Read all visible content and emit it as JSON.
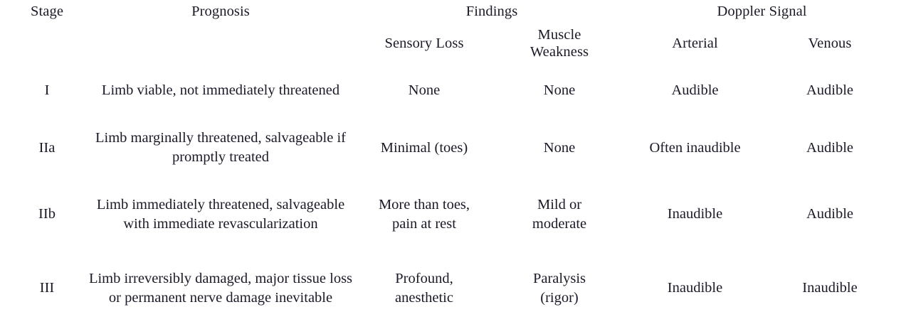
{
  "table": {
    "columns": {
      "stage": "Stage",
      "prognosis": "Prognosis",
      "findings_group": "Findings",
      "doppler_group": "Doppler Signal",
      "sensory_loss": "Sensory Loss",
      "muscle_weakness_line1": "Muscle",
      "muscle_weakness_line2": "Weakness",
      "arterial": "Arterial",
      "venous": "Venous"
    },
    "rows": [
      {
        "stage": "I",
        "prognosis": "Limb viable, not immediately threatened",
        "sensory_loss": "None",
        "muscle_weakness": "None",
        "arterial": "Audible",
        "venous": "Audible"
      },
      {
        "stage": "IIa",
        "prognosis": "Limb marginally threatened, salvageable if promptly treated",
        "sensory_loss": "Minimal (toes)",
        "muscle_weakness": "None",
        "arterial": "Often inaudible",
        "venous": "Audible"
      },
      {
        "stage": "IIb",
        "prognosis": "Limb immediately threatened, salvageable with immediate revascularization",
        "sensory_loss_line1": "More than toes,",
        "sensory_loss_line2": "pain at rest",
        "muscle_weakness_line1": "Mild or",
        "muscle_weakness_line2": "moderate",
        "arterial": "Inaudible",
        "venous": "Audible"
      },
      {
        "stage": "III",
        "prognosis": "Limb irreversibly damaged, major tissue loss or permanent nerve damage inevitable",
        "sensory_loss_line1": "Profound,",
        "sensory_loss_line2": "anesthetic",
        "muscle_weakness_line1": "Paralysis",
        "muscle_weakness_line2": "(rigor)",
        "arterial": "Inaudible",
        "venous": "Inaudible"
      }
    ]
  },
  "colors": {
    "text": "#1a1a28",
    "rule": "#000000",
    "background": "#ffffff"
  }
}
